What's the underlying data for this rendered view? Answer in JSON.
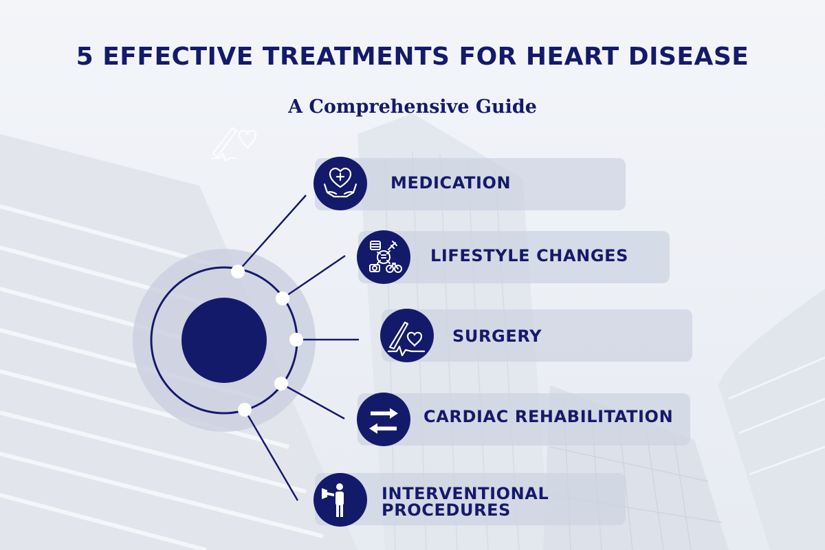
{
  "header": {
    "title": "5 EFFECTIVE TREATMENTS FOR HEART DISEASE",
    "subtitle": "A Comprehensive Guide"
  },
  "colors": {
    "navy": "#141a6a",
    "card": "#cdd2e2",
    "background": "#eef1f6"
  },
  "treatments": [
    {
      "label": "MEDICATION",
      "icon": "heart-hands-icon"
    },
    {
      "label": "LIFESTYLE CHANGES",
      "icon": "lifestyle-icon"
    },
    {
      "label": "SURGERY",
      "icon": "scalpel-heart-icon"
    },
    {
      "label": "CARDIAC REHABILITATION",
      "icon": "arrows-exchange-icon"
    },
    {
      "label_line1": "INTERVENTIONAL",
      "label_line2": "PROCEDURES",
      "icon": "person-megaphone-icon"
    }
  ]
}
